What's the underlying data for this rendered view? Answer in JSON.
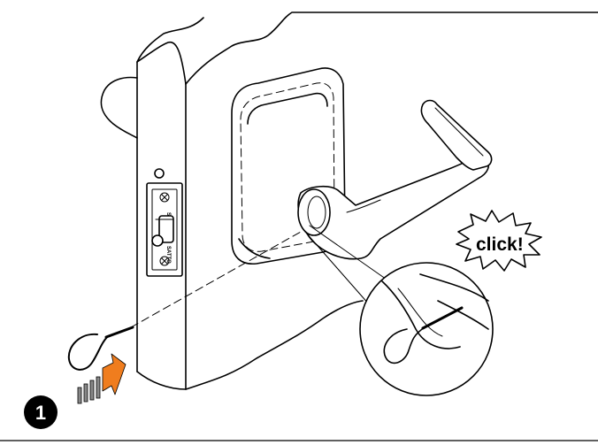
{
  "step": {
    "number": "1"
  },
  "callout": {
    "text": "click!"
  },
  "latch_plate": {
    "label_top": "SATTO",
    "label_bottom": "SATTO"
  },
  "colors": {
    "ink": "#000000",
    "arrow": "#f07d1e",
    "arrow_shadow": "#888888",
    "badge": "#000000",
    "background": "#ffffff"
  },
  "icons": {
    "step_badge": "number-circle-icon",
    "action_arrow": "orange-arrow-icon",
    "tool": "pin-tool-icon"
  }
}
